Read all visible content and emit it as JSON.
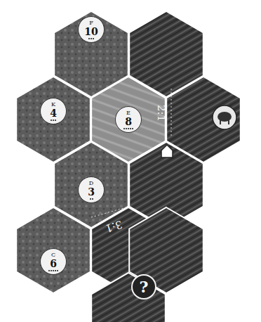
{
  "diagram": {
    "nodes": [
      {
        "text": [
          "F",
          "10"
        ]
      },
      {
        "text": [
          "K",
          "4"
        ]
      },
      {
        "text": [
          "E",
          "8"
        ]
      },
      {
        "text": [
          "D",
          "3"
        ]
      },
      {
        "text": [
          "C",
          "6"
        ]
      },
      {
        "text": [
          "?"
        ]
      }
    ],
    "labels": [
      "2:1",
      "3:1"
    ]
  }
}
